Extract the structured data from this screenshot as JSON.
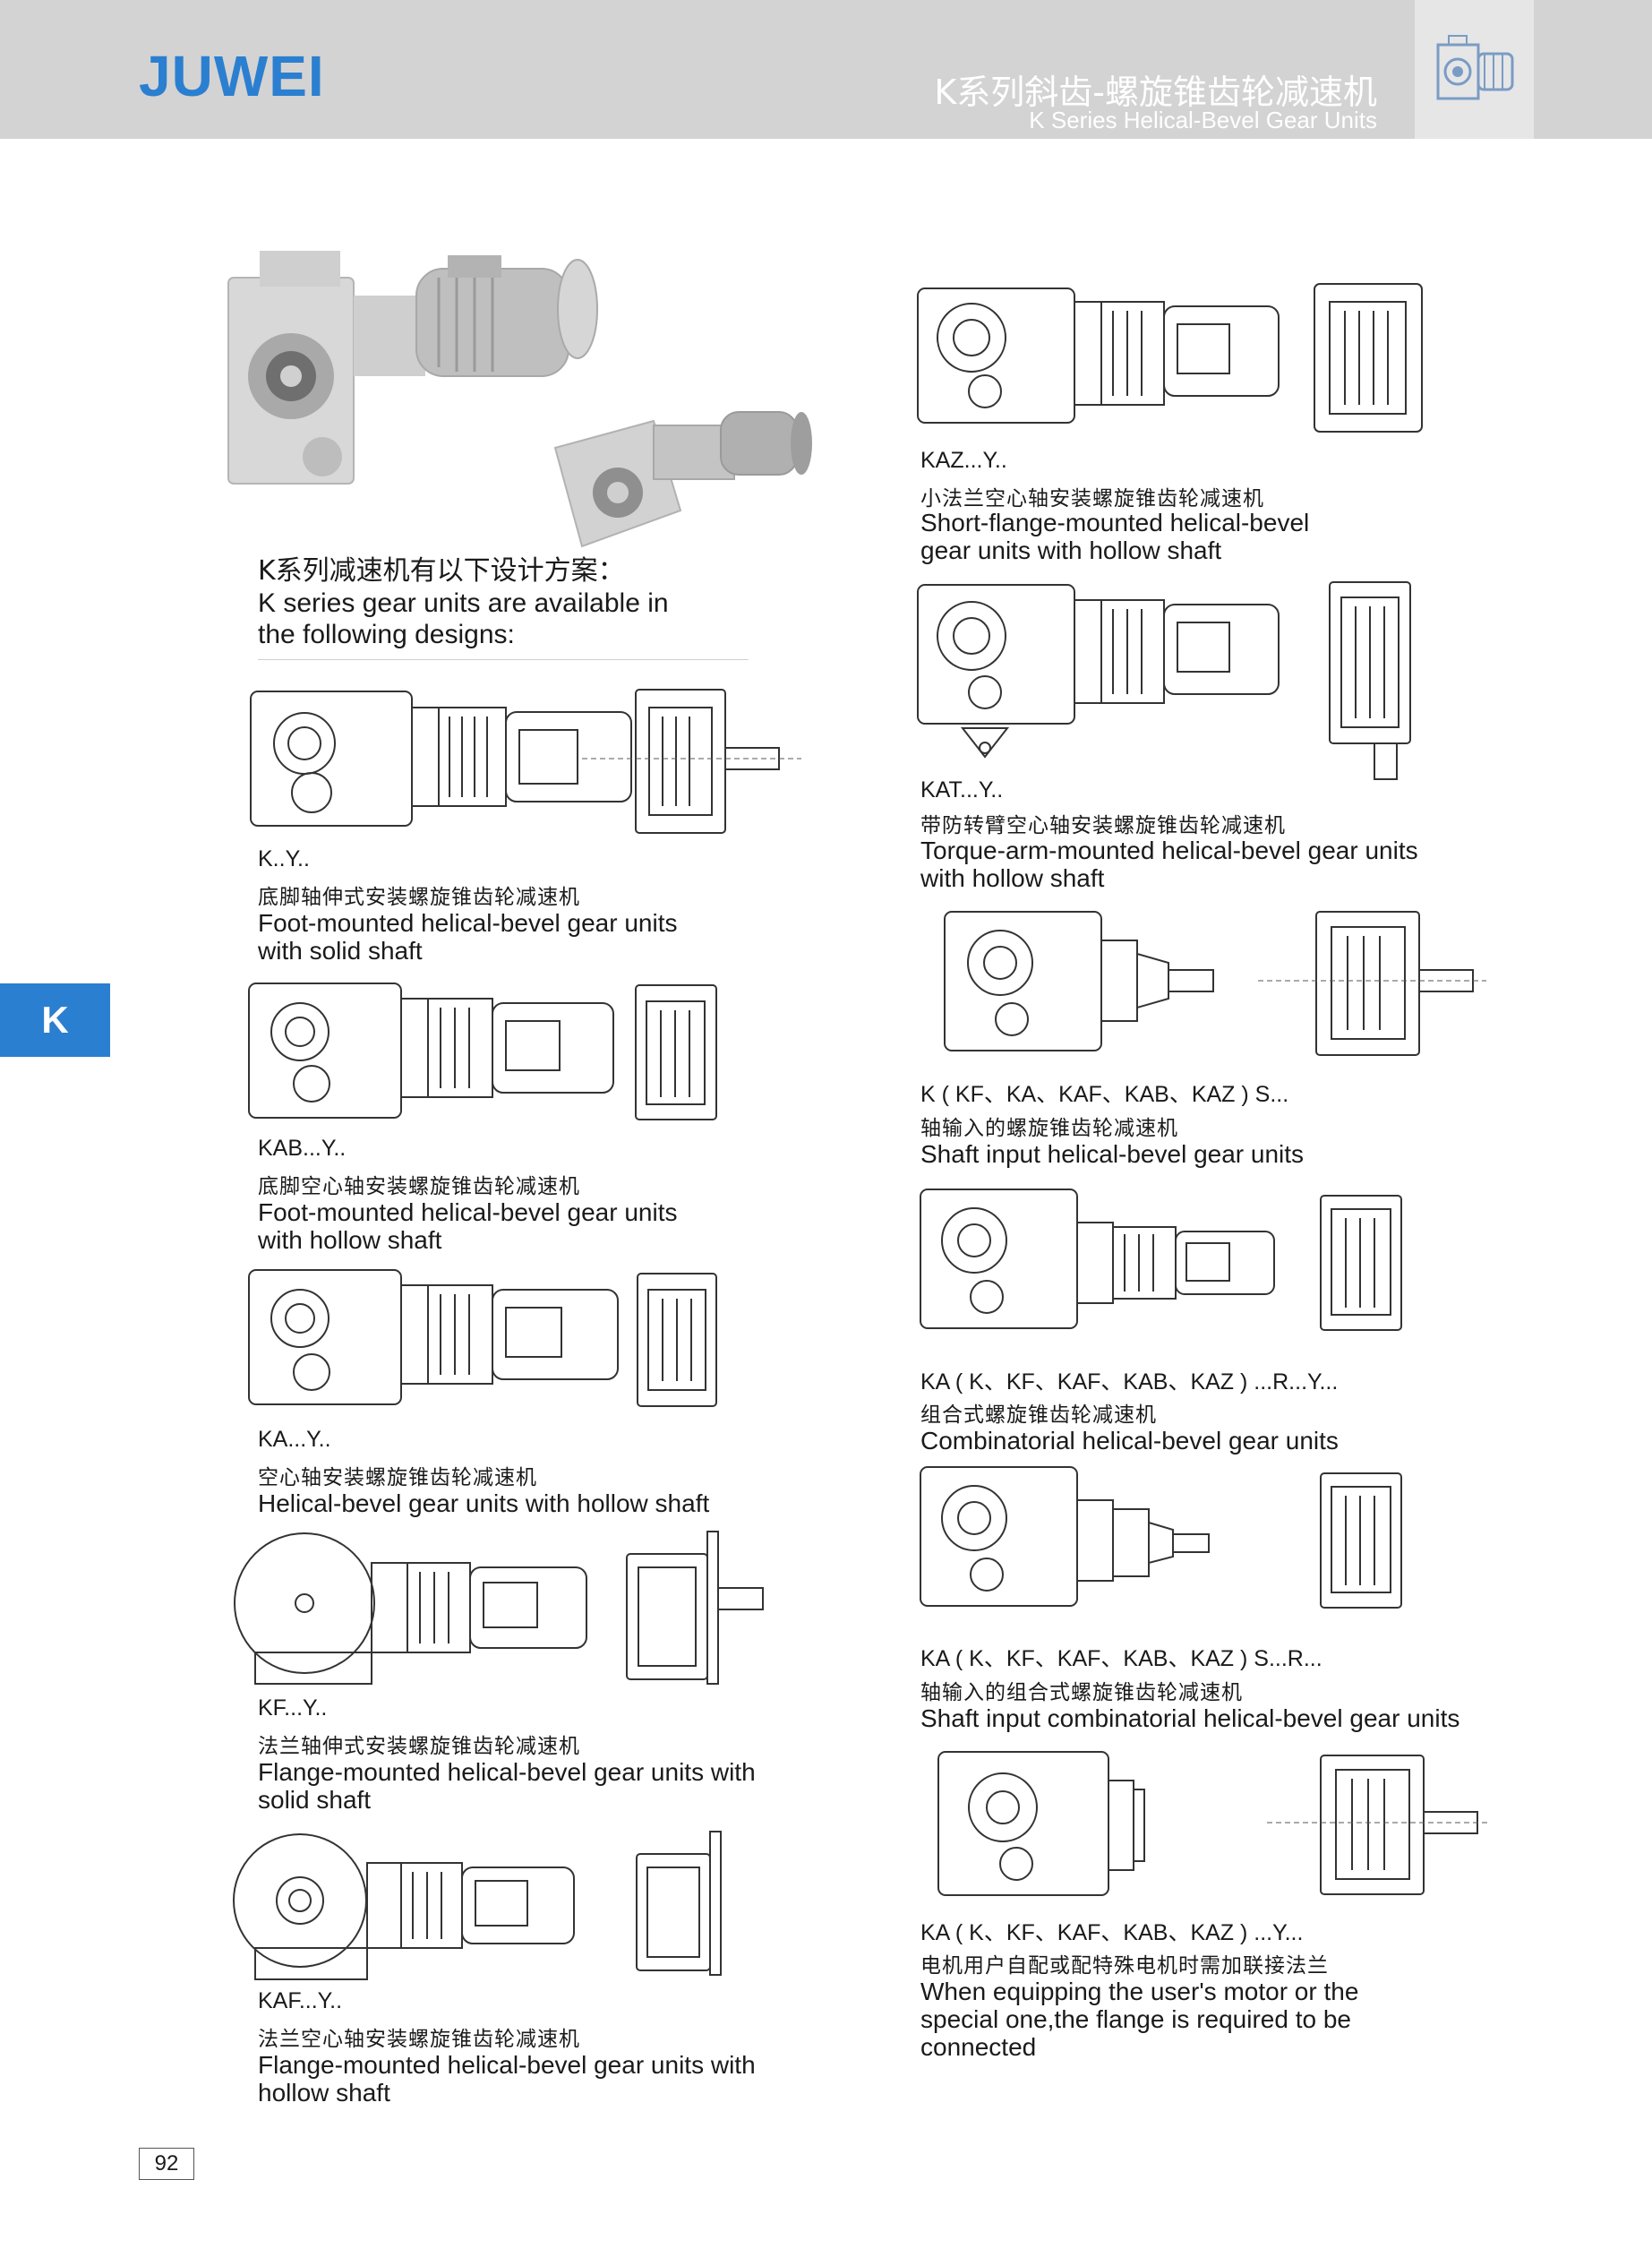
{
  "header": {
    "logo": "JUWEI",
    "title_cn": "K系列斜齿-螺旋锥齿轮减速机",
    "title_en": "K Series Helical-Bevel Gear Units",
    "icon": "gear-unit-icon"
  },
  "side_tab": "K",
  "intro": {
    "cn": "K系列减速机有以下设计方案：",
    "en_line1": "K series gear units are available in",
    "en_line2": "the following designs:"
  },
  "left_column": [
    {
      "code": "K..Y..",
      "cn": "底脚轴伸式安装螺旋锥齿轮减速机",
      "en1": "Foot-mounted helical-bevel gear units",
      "en2": "with solid shaft"
    },
    {
      "code": "KAB...Y..",
      "cn": "底脚空心轴安装螺旋锥齿轮减速机",
      "en1": "Foot-mounted helical-bevel gear units",
      "en2": "with hollow shaft"
    },
    {
      "code": "KA...Y..",
      "cn": "空心轴安装螺旋锥齿轮减速机",
      "en1": "Helical-bevel gear units with hollow shaft",
      "en2": ""
    },
    {
      "code": "KF...Y..",
      "cn": "法兰轴伸式安装螺旋锥齿轮减速机",
      "en1": "Flange-mounted helical-bevel gear units with",
      "en2": "solid shaft"
    },
    {
      "code": "KAF...Y..",
      "cn": "法兰空心轴安装螺旋锥齿轮减速机",
      "en1": "Flange-mounted helical-bevel gear units with",
      "en2": "hollow shaft"
    }
  ],
  "right_column": [
    {
      "code": "KAZ...Y..",
      "cn": "小法兰空心轴安装螺旋锥齿轮减速机",
      "en1": "Short-flange-mounted helical-bevel",
      "en2": "gear units with hollow shaft",
      "en3": ""
    },
    {
      "code": "KAT...Y..",
      "cn": "带防转臂空心轴安装螺旋锥齿轮减速机",
      "en1": "Torque-arm-mounted helical-bevel gear units",
      "en2": "with hollow shaft",
      "en3": ""
    },
    {
      "code": "K ( KF、KA、KAF、KAB、KAZ ) S...",
      "cn": "轴输入的螺旋锥齿轮减速机",
      "en1": "Shaft input helical-bevel gear units",
      "en2": "",
      "en3": ""
    },
    {
      "code": "KA ( K、KF、KAF、KAB、KAZ ) ...R...Y...",
      "cn": "组合式螺旋锥齿轮减速机",
      "en1": "Combinatorial helical-bevel gear units",
      "en2": "",
      "en3": ""
    },
    {
      "code": "KA ( K、KF、KAF、KAB、KAZ ) S...R...",
      "cn": "轴输入的组合式螺旋锥齿轮减速机",
      "en1": "Shaft input combinatorial helical-bevel gear units",
      "en2": "",
      "en3": ""
    },
    {
      "code": "KA ( K、KF、KAF、KAB、KAZ ) ...Y...",
      "cn": "电机用户自配或配特殊电机时需加联接法兰",
      "en1": "When equipping the user's motor or the",
      "en2": "special one,the flange is required to be",
      "en3": "connected"
    }
  ],
  "page_number": "92"
}
